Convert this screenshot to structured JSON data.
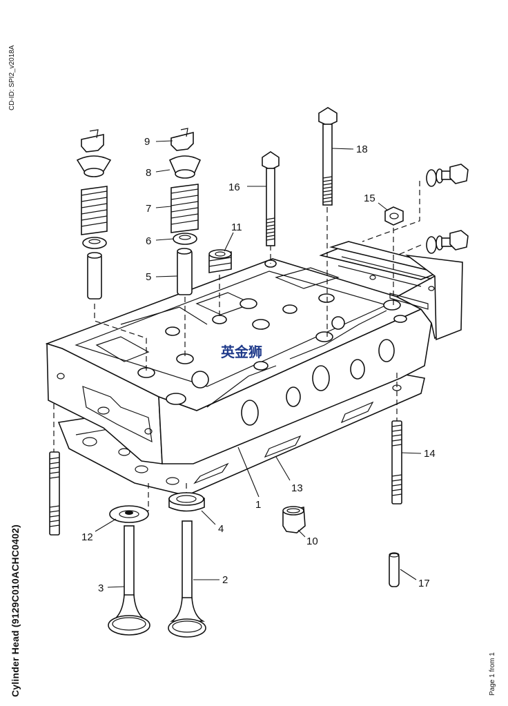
{
  "header": {
    "cd_id": "CD-ID: SPI2_v2018A"
  },
  "title": "Cylinder Head (9129C010ACHC0402)",
  "footer": {
    "page": "Page 1 from 1"
  },
  "watermark": "英金狮",
  "callouts": [
    {
      "id": "c1",
      "label": "1"
    },
    {
      "id": "c2",
      "label": "2"
    },
    {
      "id": "c3",
      "label": "3"
    },
    {
      "id": "c4",
      "label": "4"
    },
    {
      "id": "c5",
      "label": "5"
    },
    {
      "id": "c6",
      "label": "6"
    },
    {
      "id": "c7",
      "label": "7"
    },
    {
      "id": "c8",
      "label": "8"
    },
    {
      "id": "c9",
      "label": "9"
    },
    {
      "id": "c10",
      "label": "10"
    },
    {
      "id": "c11",
      "label": "11"
    },
    {
      "id": "c12",
      "label": "12"
    },
    {
      "id": "c13",
      "label": "13"
    },
    {
      "id": "c14",
      "label": "14"
    },
    {
      "id": "c15",
      "label": "15"
    },
    {
      "id": "c16",
      "label": "16"
    },
    {
      "id": "c17",
      "label": "17"
    },
    {
      "id": "c18",
      "label": "18"
    }
  ]
}
